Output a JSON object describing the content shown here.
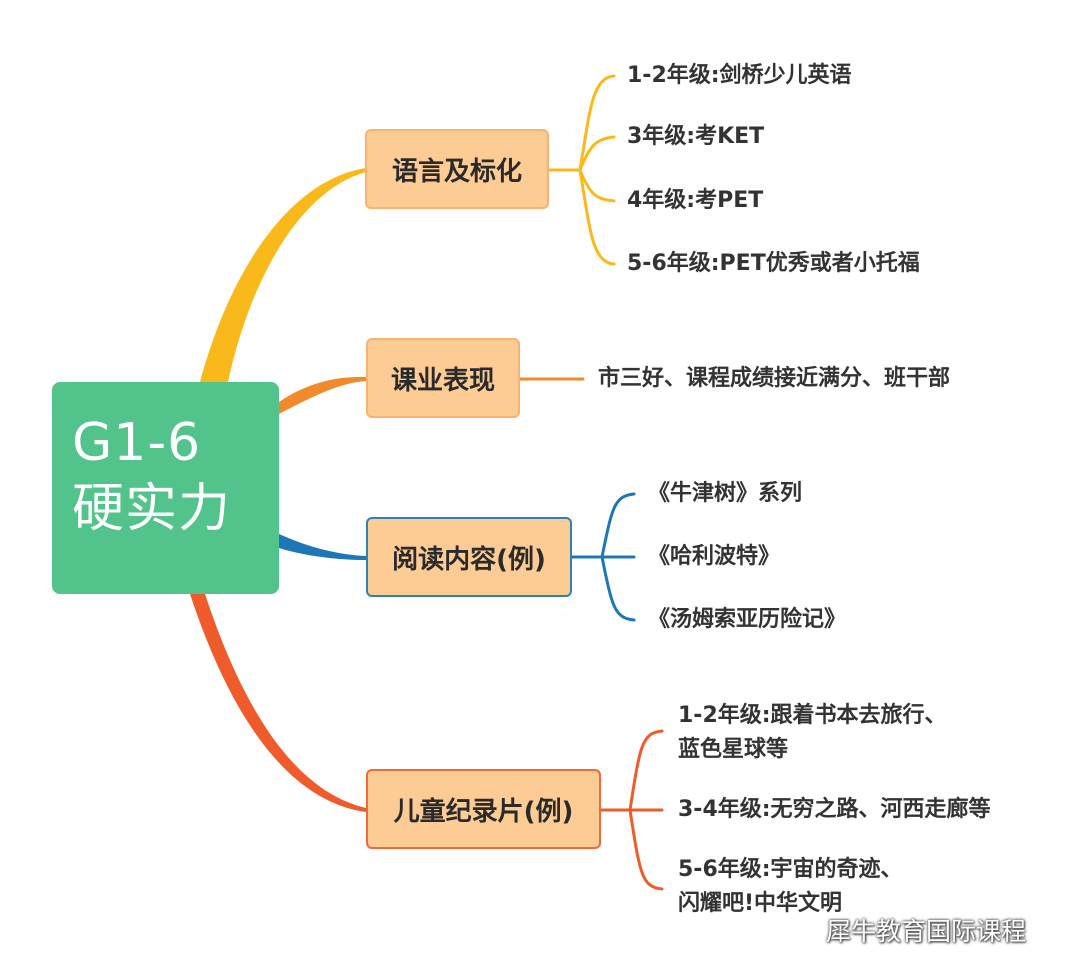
{
  "root": {
    "line1": "G1-6",
    "line2": "硬实力"
  },
  "branches": [
    {
      "label": "语言及标化",
      "leaves": [
        "1-2年级:剑桥少儿英语",
        "3年级:考KET",
        "4年级:考PET",
        "5-6年级:PET优秀或者小托福"
      ]
    },
    {
      "label": "课业表现",
      "leaves": [
        "市三好、课程成绩接近满分、班干部"
      ]
    },
    {
      "label": "阅读内容(例)",
      "leaves": [
        "《牛津树》系列",
        "《哈利波特》",
        "《汤姆索亚历险记》"
      ]
    },
    {
      "label": "儿童纪录片(例)",
      "leaves": [
        {
          "line1": "1-2年级:跟着书本去旅行、",
          "line2": "蓝色星球等"
        },
        "3-4年级:无穷之路、河西走廊等",
        {
          "line1": "5-6年级:宇宙的奇迹、",
          "line2": "闪耀吧!中华文明"
        }
      ]
    }
  ],
  "colors": {
    "yellow": "#f9b91a",
    "orange": "#f08a2b",
    "blue": "#1d77b6",
    "red": "#ef5b2b",
    "root": "#52c38a",
    "branch_fill": "#fdcb94"
  },
  "watermark": {
    "icon": "wechat-icon",
    "text": "犀牛教育国际课程"
  }
}
